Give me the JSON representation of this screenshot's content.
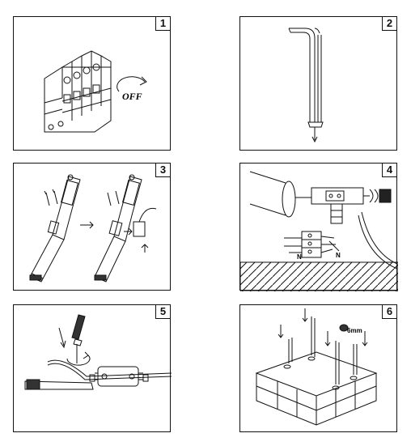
{
  "steps": [
    {
      "number": "1",
      "label": "OFF"
    },
    {
      "number": "2"
    },
    {
      "number": "3"
    },
    {
      "number": "4",
      "label_n1": "N",
      "label_n2": "N"
    },
    {
      "number": "5"
    },
    {
      "number": "6",
      "label": "6mm"
    }
  ]
}
